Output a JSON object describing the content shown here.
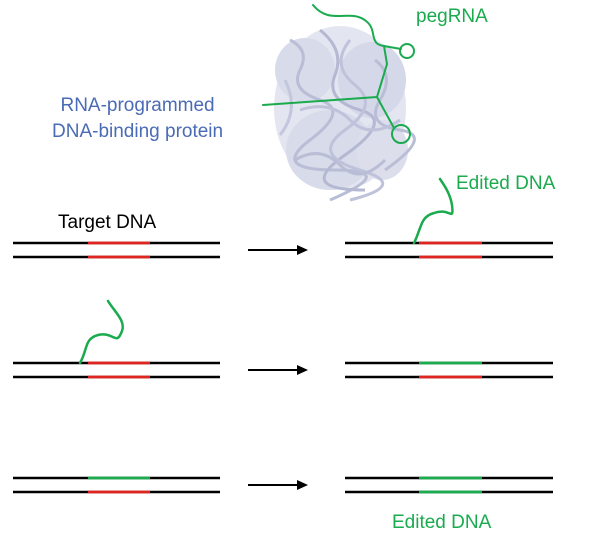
{
  "colors": {
    "dna": "#000000",
    "target_site": "#e0241f",
    "edited_site": "#1aab4e",
    "protein_label": "#4a6bb5",
    "pegrna": "#1aab4e",
    "protein_structure": "#c9cce0",
    "arrow": "#000000"
  },
  "labels": {
    "protein_line1": "RNA-programmed",
    "protein_line2": "DNA-binding protein",
    "pegrna": "pegRNA",
    "target_dna": "Target DNA",
    "edited_dna_top": "Edited DNA",
    "edited_dna_bottom": "Edited DNA"
  },
  "steps": [
    {
      "before": {
        "top_site": "target",
        "bottom_site": "target",
        "flap": "none"
      },
      "after": {
        "top_site": "target",
        "bottom_site": "target",
        "flap": "edited"
      }
    },
    {
      "before": {
        "top_site": "target",
        "bottom_site": "target",
        "flap": "original"
      },
      "after": {
        "top_site": "edited",
        "bottom_site": "target",
        "flap": "none"
      }
    },
    {
      "before": {
        "top_site": "edited",
        "bottom_site": "target",
        "flap": "none"
      },
      "after": {
        "top_site": "edited",
        "bottom_site": "edited",
        "flap": "none"
      }
    }
  ]
}
